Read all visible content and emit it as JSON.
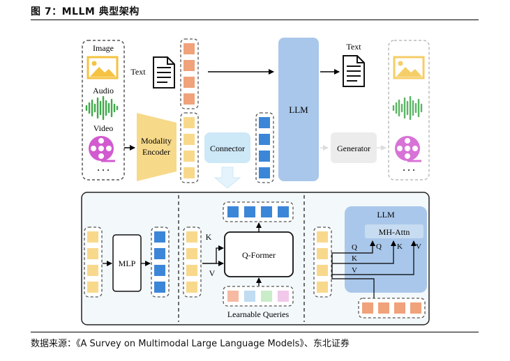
{
  "figure": {
    "title": "图 7：MLLM 典型架构",
    "source": "数据来源：《A Survey on Multimodal Large Language Models》、东北证券"
  },
  "diagram": {
    "input_modalities": [
      "Image",
      "Audio",
      "Video",
      "· · ·"
    ],
    "text_input_label": "Text",
    "modality_encoder": "Modality Encoder",
    "connector": "Connector",
    "llm": "LLM",
    "text_output_label": "Text",
    "generator": "Generator",
    "output_ellipsis": "· · ·",
    "mlp": "MLP",
    "qformer": "Q-Former",
    "k_label": "K",
    "v_label": "V",
    "learnable_queries": "Learnable Queries",
    "llm_inner": "LLM",
    "mh_attn": "MH-Attn",
    "q_label": "Q"
  },
  "colors": {
    "token_yellow": "#f8d98b",
    "token_orange": "#f0a27a",
    "token_blue": "#3c86d8",
    "llm_blue": "#a9c7ea",
    "connector_blue": "#cde8f7",
    "encoder_yellow": "#f7d98a",
    "generator_gray": "#ececec",
    "panel_bg": "#f3f8fb",
    "video_pink": "#d25ad0",
    "audio_green": "#3fa94a"
  }
}
